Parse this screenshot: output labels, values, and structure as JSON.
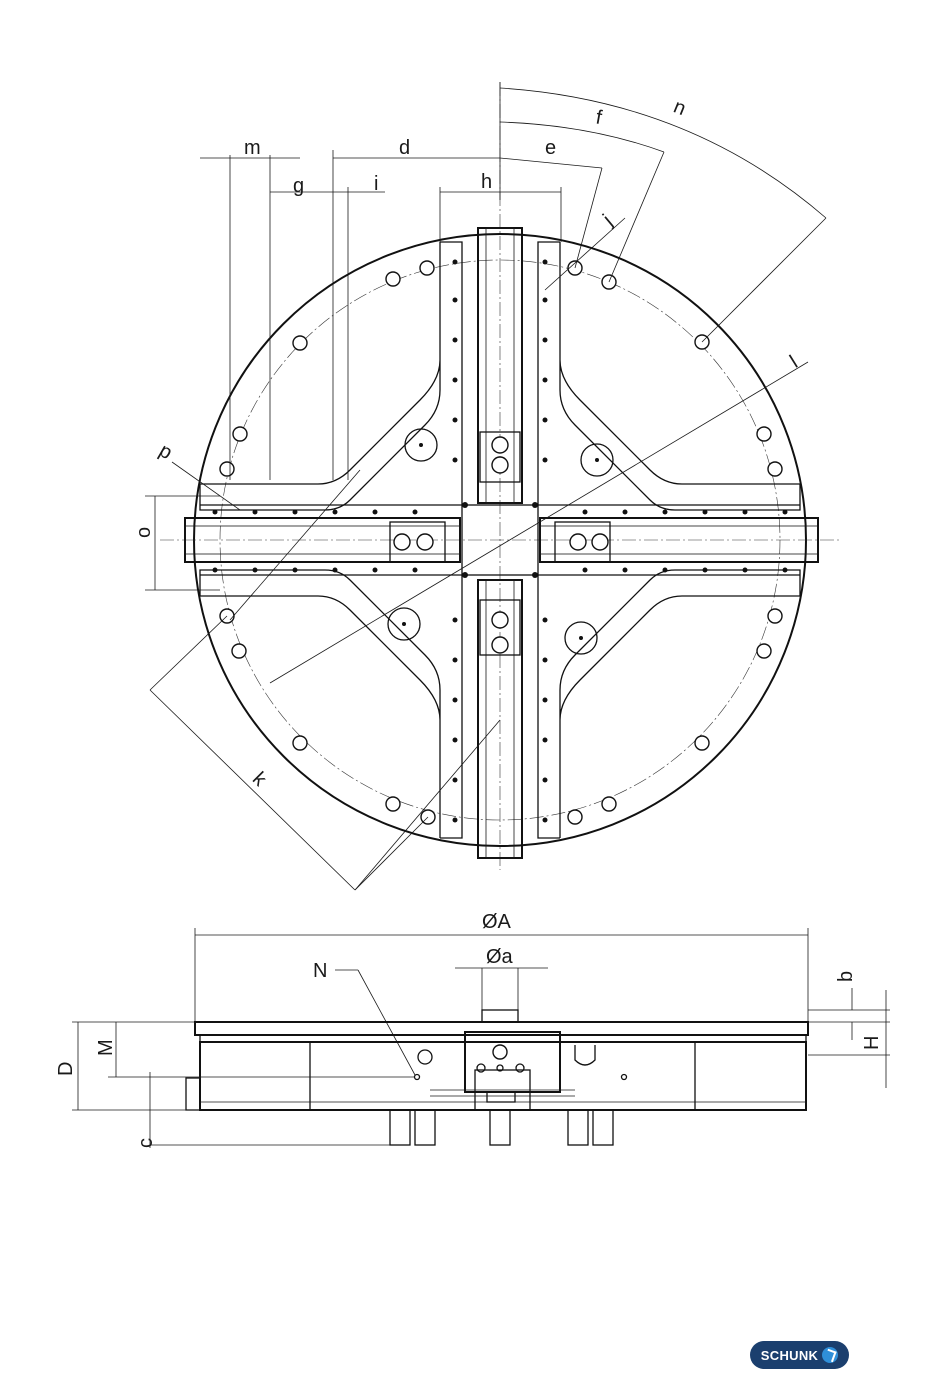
{
  "labels": {
    "m": "m",
    "d": "d",
    "e": "e",
    "f": "f",
    "n": "n",
    "g": "g",
    "i": "i",
    "h": "h",
    "j": "j",
    "l": "l",
    "p": "p",
    "o": "o",
    "k": "k",
    "dia_A": "ØA",
    "dia_a": "Øa",
    "N": "N",
    "b": "b",
    "H": "H",
    "D": "D",
    "M": "M",
    "c": "c"
  },
  "logo": {
    "text": "SCHUNK",
    "mark_icon": "schunk-swirl-icon"
  },
  "colors": {
    "line": "#111111",
    "logo_bg": "#1b3f6e",
    "logo_mark": "#2f8fd9"
  }
}
